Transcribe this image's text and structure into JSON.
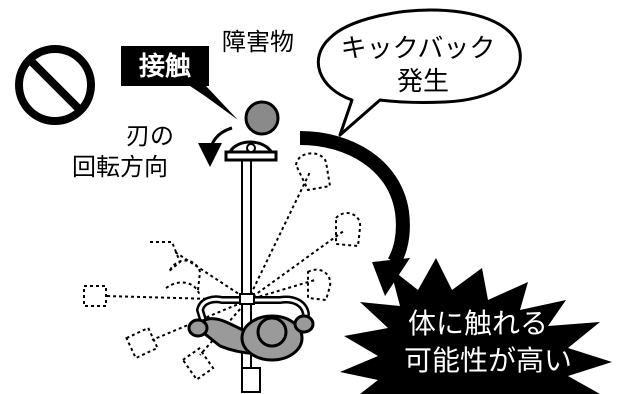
{
  "labels": {
    "contact": "接触",
    "obstacle": "障害物",
    "kickback_line1": "キックバック",
    "kickback_line2": "発生",
    "rotation_line1": "刃の",
    "rotation_line2": "回転方向",
    "danger_line1": "体に触れる",
    "danger_line2": "可能性が高い"
  },
  "icons": {
    "prohibition": "prohibition-icon",
    "rotation_arrow": "curved-arrow-icon",
    "motion_arrow": "big-curved-arrow-icon"
  },
  "colors": {
    "ink": "#000000",
    "obstacle_fill": "#8a8a8a",
    "body_fill": "#9a9a9a",
    "label_bg": "#000000",
    "label_text": "#ffffff"
  }
}
